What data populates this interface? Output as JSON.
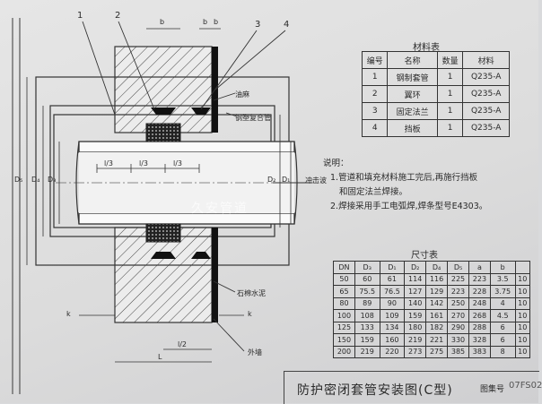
{
  "callouts": {
    "p1": "1",
    "p2": "2",
    "p3": "3",
    "p4": "4"
  },
  "dims": {
    "b": "b",
    "b_top": "b",
    "b_b": "b",
    "b_b2": "b",
    "l3a": "l/3",
    "l3b": "l/3",
    "l3c": "l/3",
    "l2": "l/2",
    "L": "L",
    "D5": "D₅",
    "D4": "D₄",
    "D3": "D₃",
    "D2": "D₂",
    "D1": "D₁",
    "k1": "k",
    "k2": "k"
  },
  "labels": {
    "oil_hemp": "油麻",
    "steel_composite": "钢塑复合管",
    "blast_side": "冲击波",
    "asbestos": "石棉水泥",
    "outer_wall": "外墙"
  },
  "watermark": "久安管道",
  "material_table": {
    "title": "材料表",
    "headers": [
      "编号",
      "名称",
      "数量",
      "材料"
    ],
    "rows": [
      [
        "1",
        "钢制套管",
        "1",
        "Q235-A"
      ],
      [
        "2",
        "翼环",
        "1",
        "Q235-A"
      ],
      [
        "3",
        "固定法兰",
        "1",
        "Q235-A"
      ],
      [
        "4",
        "挡板",
        "1",
        "Q235-A"
      ]
    ]
  },
  "notes": {
    "title": "说明：",
    "items": [
      "1.管道和填充材料施工完后,再施行挡板",
      "和固定法兰焊接。",
      "2.焊接采用手工电弧焊,焊条型号E4303。"
    ]
  },
  "size_table": {
    "title": "尺寸表",
    "headers": [
      "DN",
      "D₃",
      "D₁",
      "D₂",
      "D₄",
      "D₅",
      "a",
      "b",
      ""
    ],
    "rows": [
      [
        "50",
        "60",
        "61",
        "114",
        "116",
        "225",
        "223",
        "3.5",
        "10"
      ],
      [
        "65",
        "75.5",
        "76.5",
        "127",
        "129",
        "223",
        "228",
        "3.75",
        "10"
      ],
      [
        "80",
        "89",
        "90",
        "140",
        "142",
        "250",
        "248",
        "4",
        "10"
      ],
      [
        "100",
        "108",
        "109",
        "159",
        "161",
        "270",
        "268",
        "4.5",
        "10"
      ],
      [
        "125",
        "133",
        "134",
        "180",
        "182",
        "290",
        "288",
        "6",
        "10"
      ],
      [
        "150",
        "159",
        "160",
        "219",
        "221",
        "330",
        "328",
        "6",
        "10"
      ],
      [
        "200",
        "219",
        "220",
        "273",
        "275",
        "385",
        "383",
        "8",
        "10"
      ]
    ]
  },
  "title_block": {
    "title": "防护密闭套管安装图(C型)",
    "atlas_label": "图集号",
    "atlas_no": "07FS02"
  }
}
